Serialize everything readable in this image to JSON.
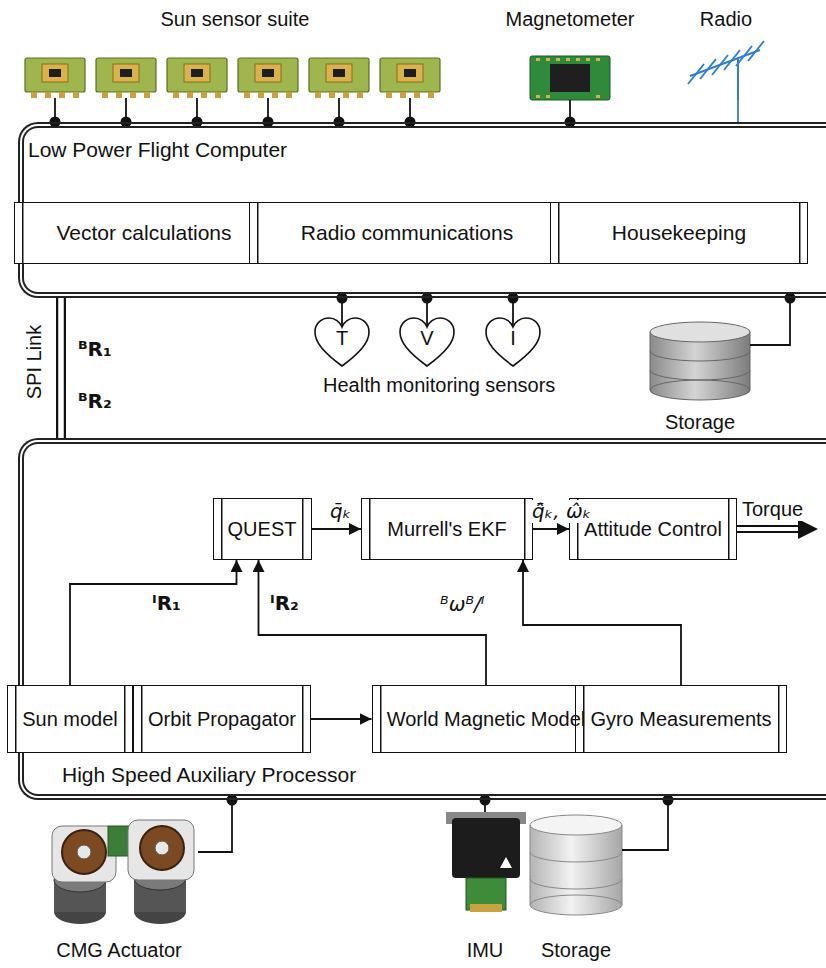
{
  "diagram": {
    "nodes": [
      {
        "text": [
          "Sun sensor suite"
        ]
      },
      {
        "text": [
          "Magnetometer"
        ]
      },
      {
        "text": [
          "Radio"
        ]
      },
      {
        "text": [
          "Low Power Flight Computer"
        ]
      },
      {
        "text": [
          "Vector calculations"
        ],
        "in": 3
      },
      {
        "text": [
          "Radio communications"
        ],
        "in": 3
      },
      {
        "text": [
          "Housekeeping"
        ],
        "in": 3
      },
      {
        "text": [
          "T"
        ]
      },
      {
        "text": [
          "V"
        ]
      },
      {
        "text": [
          "I"
        ]
      },
      {
        "text": [
          "Storage"
        ]
      },
      {
        "text": [
          "High Speed Auxiliary Processor"
        ]
      },
      {
        "text": [
          "QUEST"
        ],
        "in": 11
      },
      {
        "text": [
          "Murrell's EKF"
        ],
        "in": 11
      },
      {
        "text": [
          "Attitude Control"
        ],
        "in": 11
      },
      {
        "text": [
          "Sun model"
        ],
        "in": 11
      },
      {
        "text": [
          "Orbit Propagator"
        ],
        "in": 11
      },
      {
        "text": [
          "World Magnetic Model"
        ],
        "in": 11
      },
      {
        "text": [
          "Gyro Measurements"
        ],
        "in": 11
      },
      {
        "text": [
          "CMG Actuator"
        ]
      },
      {
        "text": [
          "IMU"
        ]
      },
      {
        "text": [
          "Storage"
        ]
      }
    ],
    "edges": [
      {
        "from": 0,
        "to": 3,
        "arrow": "none"
      },
      {
        "from": 0,
        "to": 3,
        "arrow": "none"
      },
      {
        "from": 0,
        "to": 3,
        "arrow": "none"
      },
      {
        "from": 0,
        "to": 3,
        "arrow": "none"
      },
      {
        "from": 0,
        "to": 3,
        "arrow": "none"
      },
      {
        "from": 0,
        "to": 3,
        "arrow": "none"
      },
      {
        "from": 1,
        "to": 3,
        "arrow": "none"
      },
      {
        "from": 2,
        "to": 3,
        "arrow": "none"
      },
      {
        "from": 7,
        "to": 3,
        "arrow": "none"
      },
      {
        "from": 8,
        "to": 3,
        "arrow": "none"
      },
      {
        "from": 9,
        "to": 3,
        "arrow": "none"
      },
      {
        "from": 10,
        "to": 3,
        "arrow": "none"
      },
      {
        "from": 3,
        "to": 11,
        "label": "SPI Link",
        "arrow": "none"
      },
      {
        "from": 12,
        "to": 13,
        "label": "q̄ₖ",
        "arrow": "to"
      },
      {
        "from": 13,
        "to": 14,
        "label": "q̄̂ₖ, ω̂ₖ",
        "arrow": "to"
      },
      {
        "from": 15,
        "to": 12,
        "label": "ᴵR₁",
        "arrow": "to"
      },
      {
        "from": 16,
        "to": 15,
        "arrow": "to"
      },
      {
        "from": 16,
        "to": 17,
        "arrow": "to"
      },
      {
        "from": 17,
        "to": 12,
        "label": "ᴵR₂",
        "arrow": "to"
      },
      {
        "from": 18,
        "to": 13,
        "label": "ᴮωᴮ/ᴵ",
        "arrow": "to"
      },
      {
        "from": 19,
        "to": 11,
        "arrow": "none"
      },
      {
        "from": 20,
        "to": 11,
        "arrow": "none"
      },
      {
        "from": 21,
        "to": 11,
        "arrow": "none"
      }
    ],
    "labels": [
      "Health monitoring sensors",
      "ᴮR₁",
      "ᴮR₂",
      "Torque"
    ]
  }
}
